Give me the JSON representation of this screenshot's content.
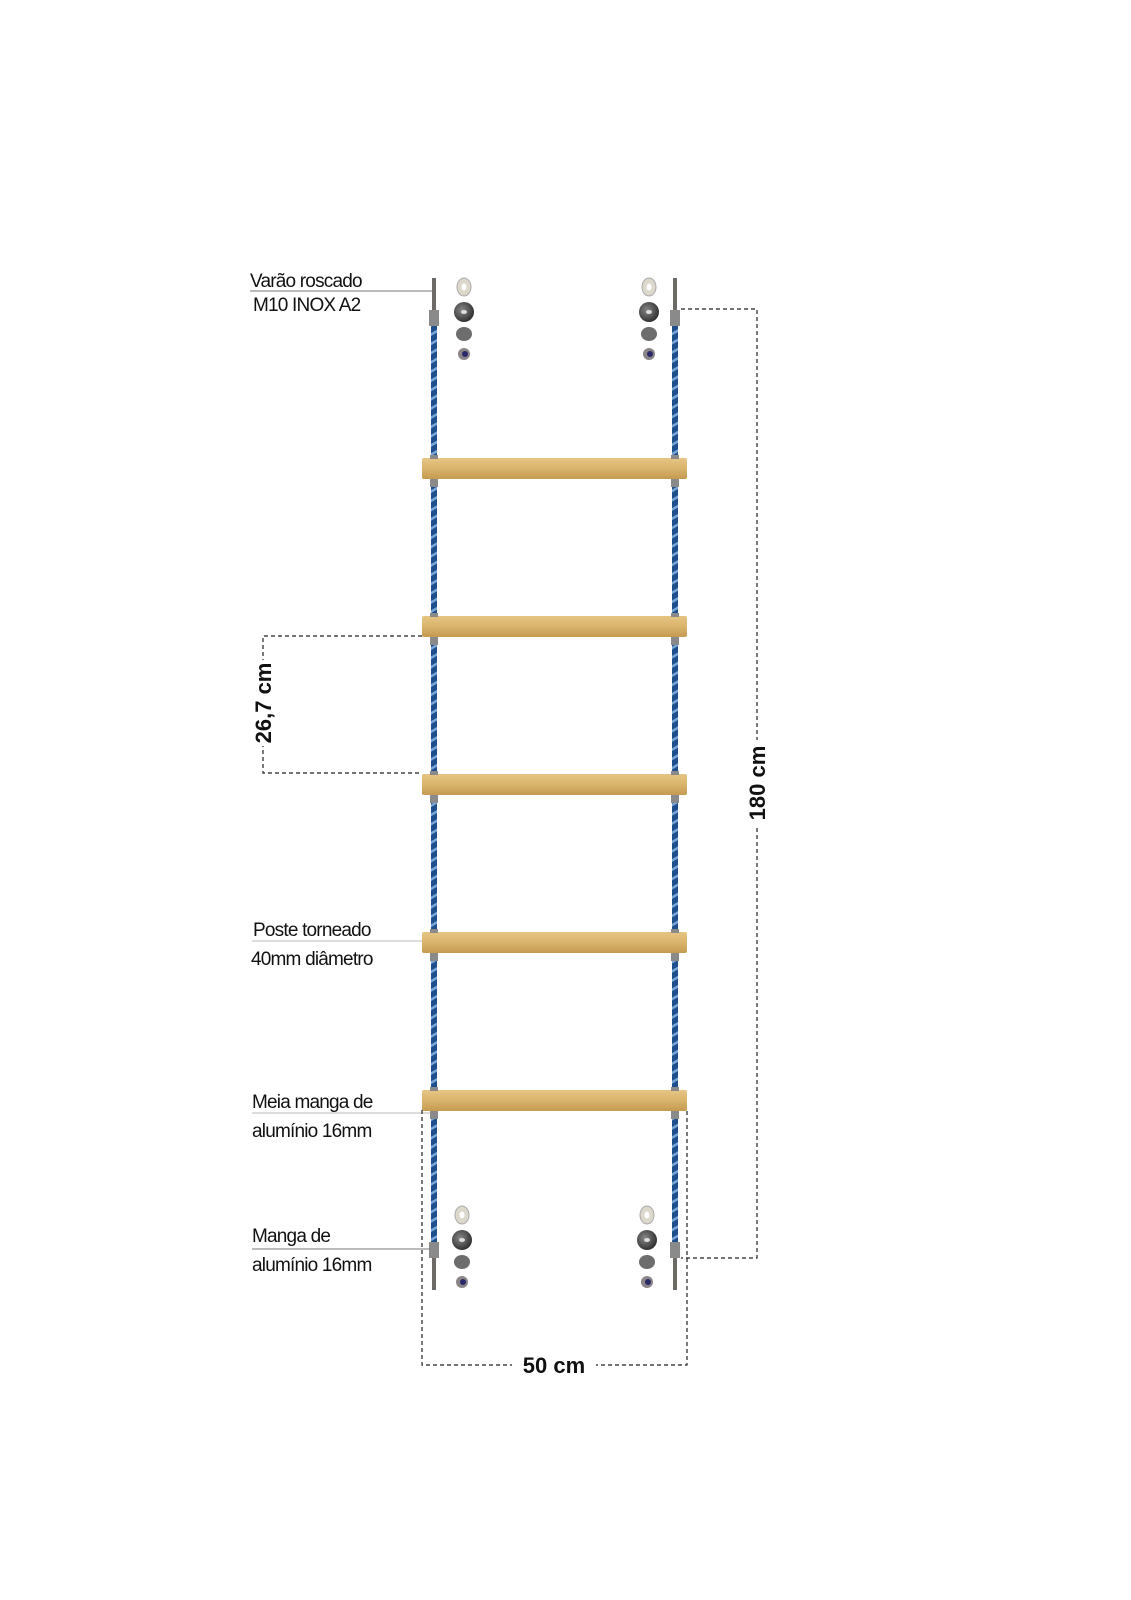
{
  "labels": {
    "threaded_rod": [
      "Varão roscado",
      "M10 INOX A2"
    ],
    "turned_post": [
      "Poste torneado",
      "40mm diâmetro"
    ],
    "half_sleeve": [
      "Meia manga de",
      "alumínio 16mm"
    ],
    "sleeve": [
      "Manga de",
      "alumínio 16mm"
    ]
  },
  "dimensions": {
    "total_height": "180 cm",
    "rung_spacing": "26,7 cm",
    "width": "50 cm"
  },
  "rung_count": 5,
  "colors": {
    "rope": "#1d4f8c",
    "wood": "#d9b46c",
    "sleeve": "#8a8a8a",
    "rod": "#6e6a66"
  }
}
